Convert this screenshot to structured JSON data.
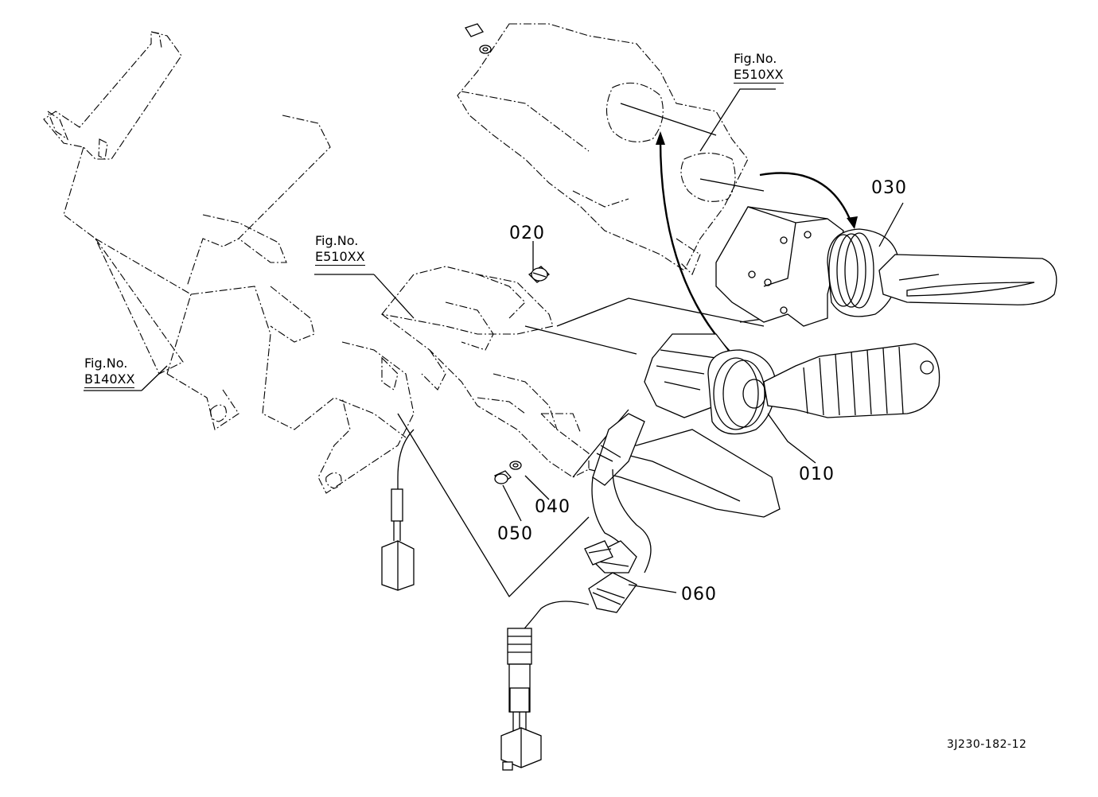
{
  "figure_refs": [
    {
      "prefix": "Fig.No.",
      "code": "E510XX"
    },
    {
      "prefix": "Fig.No.",
      "code": "E510XX"
    },
    {
      "prefix": "Fig.No.",
      "code": "B140XX"
    }
  ],
  "part_numbers": {
    "p010": "010",
    "p020": "020",
    "p030": "030",
    "p040": "040",
    "p050": "050",
    "p060": "060"
  },
  "diagram_code": "3J230-182-12",
  "colors": {
    "line": "#000000",
    "background": "#ffffff"
  }
}
